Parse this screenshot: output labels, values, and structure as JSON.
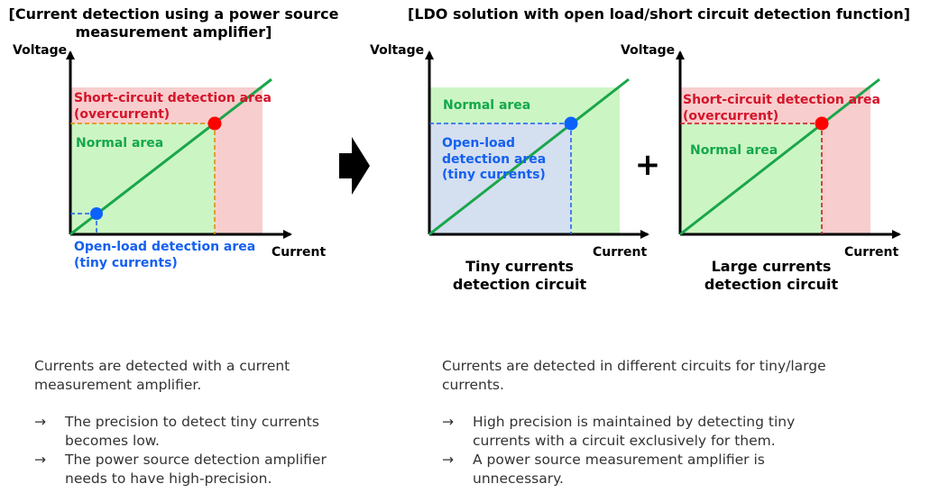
{
  "colors": {
    "axis": "#000000",
    "line": "#1aa64a",
    "normal_fill": "#ccf5c4",
    "short_fill": "#f8cdcd",
    "openload_fill": "#d4dff0",
    "red_point": "#ff0000",
    "blue_point": "#0b62ff",
    "dash_red": "#cc1010",
    "dash_orange": "#e08a00",
    "dash_blue": "#1560f0",
    "green_text": "#14a84a",
    "red_text": "#d4142a",
    "blue_text": "#1560f0"
  },
  "left_panel": {
    "heading": [
      "[Current detection using a power source",
      "measurement amplifier]"
    ],
    "chart": {
      "ylabel": "Voltage",
      "xlabel": "Current",
      "short_label": [
        "Short-circuit detection area",
        "(overcurrent)"
      ],
      "normal_label": "Normal area",
      "openload_label": [
        "Open-load detection area",
        "(tiny currents)"
      ]
    },
    "note": [
      "Currents are detected with a current",
      "measurement amplifier."
    ],
    "bullets": [
      {
        "arrow": "→",
        "lines": [
          "The precision to detect tiny currents",
          "becomes low."
        ]
      },
      {
        "arrow": "→",
        "lines": [
          "The power source detection amplifier",
          "needs to have high-precision."
        ]
      }
    ]
  },
  "right_panel": {
    "heading": "[LDO solution with open load/short circuit detection function]",
    "chart_tiny": {
      "ylabel": "Voltage",
      "xlabel": "Current",
      "normal_label": "Normal area",
      "openload_label": [
        "Open-load",
        "detection area",
        "(tiny currents)"
      ],
      "caption": [
        "Tiny currents",
        "detection circuit"
      ]
    },
    "plus_sign": "+",
    "chart_large": {
      "ylabel": "Voltage",
      "xlabel": "Current",
      "short_label": [
        "Short-circuit detection area",
        "(overcurrent)"
      ],
      "normal_label": "Normal area",
      "caption": [
        "Large currents",
        "detection circuit"
      ]
    },
    "note": [
      "Currents are detected in different circuits for tiny/large",
      "currents."
    ],
    "bullets": [
      {
        "arrow": "→",
        "lines": [
          "High precision is maintained by detecting tiny",
          "currents with a circuit exclusively for them."
        ]
      },
      {
        "arrow": "→",
        "lines": [
          "A power source measurement amplifier is",
          "unnecessary."
        ]
      }
    ]
  }
}
